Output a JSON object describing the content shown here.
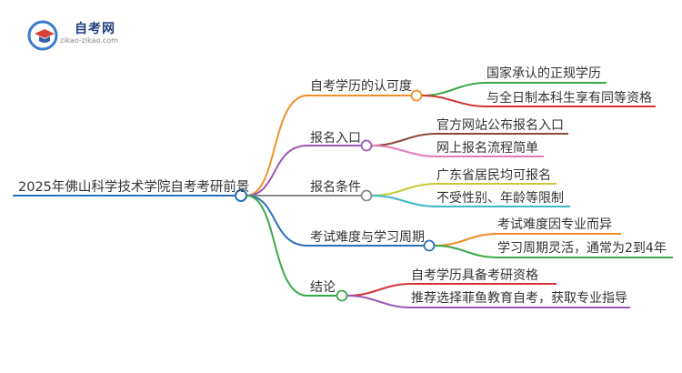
{
  "logo": {
    "icon": "graduation-cap-logo-icon",
    "title": "自考网",
    "url": "zikao-zikao.com"
  },
  "mindmap": {
    "root": {
      "label": "2025年佛山科学技术学院自考考研前景",
      "color": "#2a6fb5"
    },
    "branches": [
      {
        "label": "自考学历的认可度",
        "color": "#f0902a",
        "children": [
          {
            "label": "国家承认的正规学历",
            "color": "#3aa84a"
          },
          {
            "label": "与全日制本科生享有同等资格",
            "color": "#d63638"
          }
        ]
      },
      {
        "label": "报名入口",
        "color": "#9b59b6",
        "children": [
          {
            "label": "官方网站公布报名入口",
            "color": "#8b4a3a"
          },
          {
            "label": "网上报名流程简单",
            "color": "#e879b9"
          }
        ]
      },
      {
        "label": "报名条件",
        "color": "#8a8a8a",
        "children": [
          {
            "label": "广东省居民均可报名",
            "color": "#c8c83a"
          },
          {
            "label": "不受性别、年龄等限制",
            "color": "#3fb6c8"
          }
        ]
      },
      {
        "label": "考试难度与学习周期",
        "color": "#2e6fb5",
        "children": [
          {
            "label": "考试难度因专业而异",
            "color": "#f08c2a"
          },
          {
            "label": "学习周期灵活，通常为2到4年",
            "color": "#3aa84a"
          }
        ]
      },
      {
        "label": "结论",
        "color": "#3aa84a",
        "children": [
          {
            "label": "自考学历具备考研资格",
            "color": "#d63638"
          },
          {
            "label": "推荐选择菲鱼教育自考，获取专业指导",
            "color": "#9b59b6"
          }
        ]
      }
    ]
  }
}
